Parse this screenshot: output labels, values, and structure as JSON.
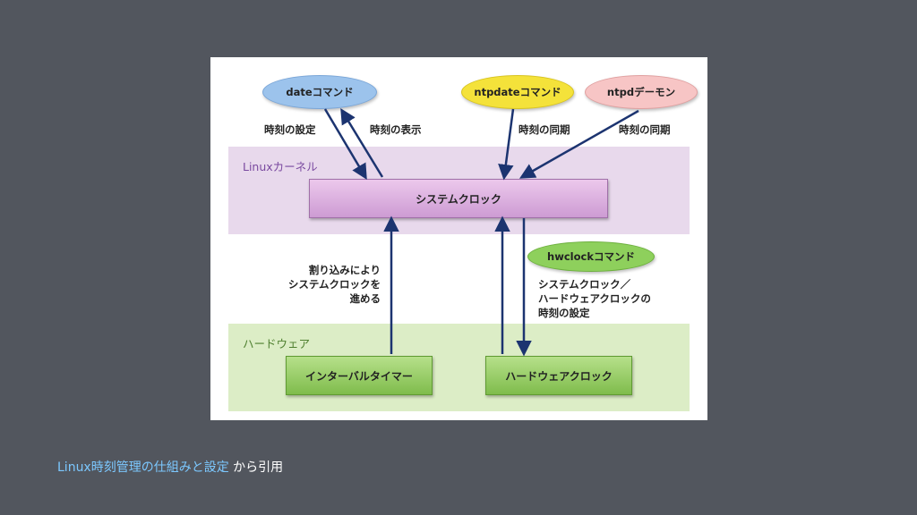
{
  "diagram": {
    "layers": {
      "kernel": "Linuxカーネル",
      "hardware": "ハードウェア"
    },
    "commands": {
      "date": "dateコマンド",
      "ntpdate": "ntpdateコマンド",
      "ntpd": "ntpdデーモン",
      "hwclock": "hwclockコマンド"
    },
    "boxes": {
      "system_clock": "システムクロック",
      "interval_timer": "インターバルタイマー",
      "hardware_clock": "ハードウェアクロック"
    },
    "labels": {
      "set_time": "時刻の設定",
      "show_time": "時刻の表示",
      "sync_time_1": "時刻の同期",
      "sync_time_2": "時刻の同期",
      "interrupt": [
        "割り込みにより",
        "システムクロックを",
        "進める"
      ],
      "hw_set": [
        "システムクロック／",
        "ハードウェアクロックの",
        "時刻の設定"
      ]
    },
    "colors": {
      "arrow": "#1c3470",
      "kernel_band": "#e8d9ec",
      "hardware_band": "#dcedc6"
    }
  },
  "caption": {
    "source_link": "Linux時刻管理の仕組みと設定",
    "suffix": " から引用"
  }
}
